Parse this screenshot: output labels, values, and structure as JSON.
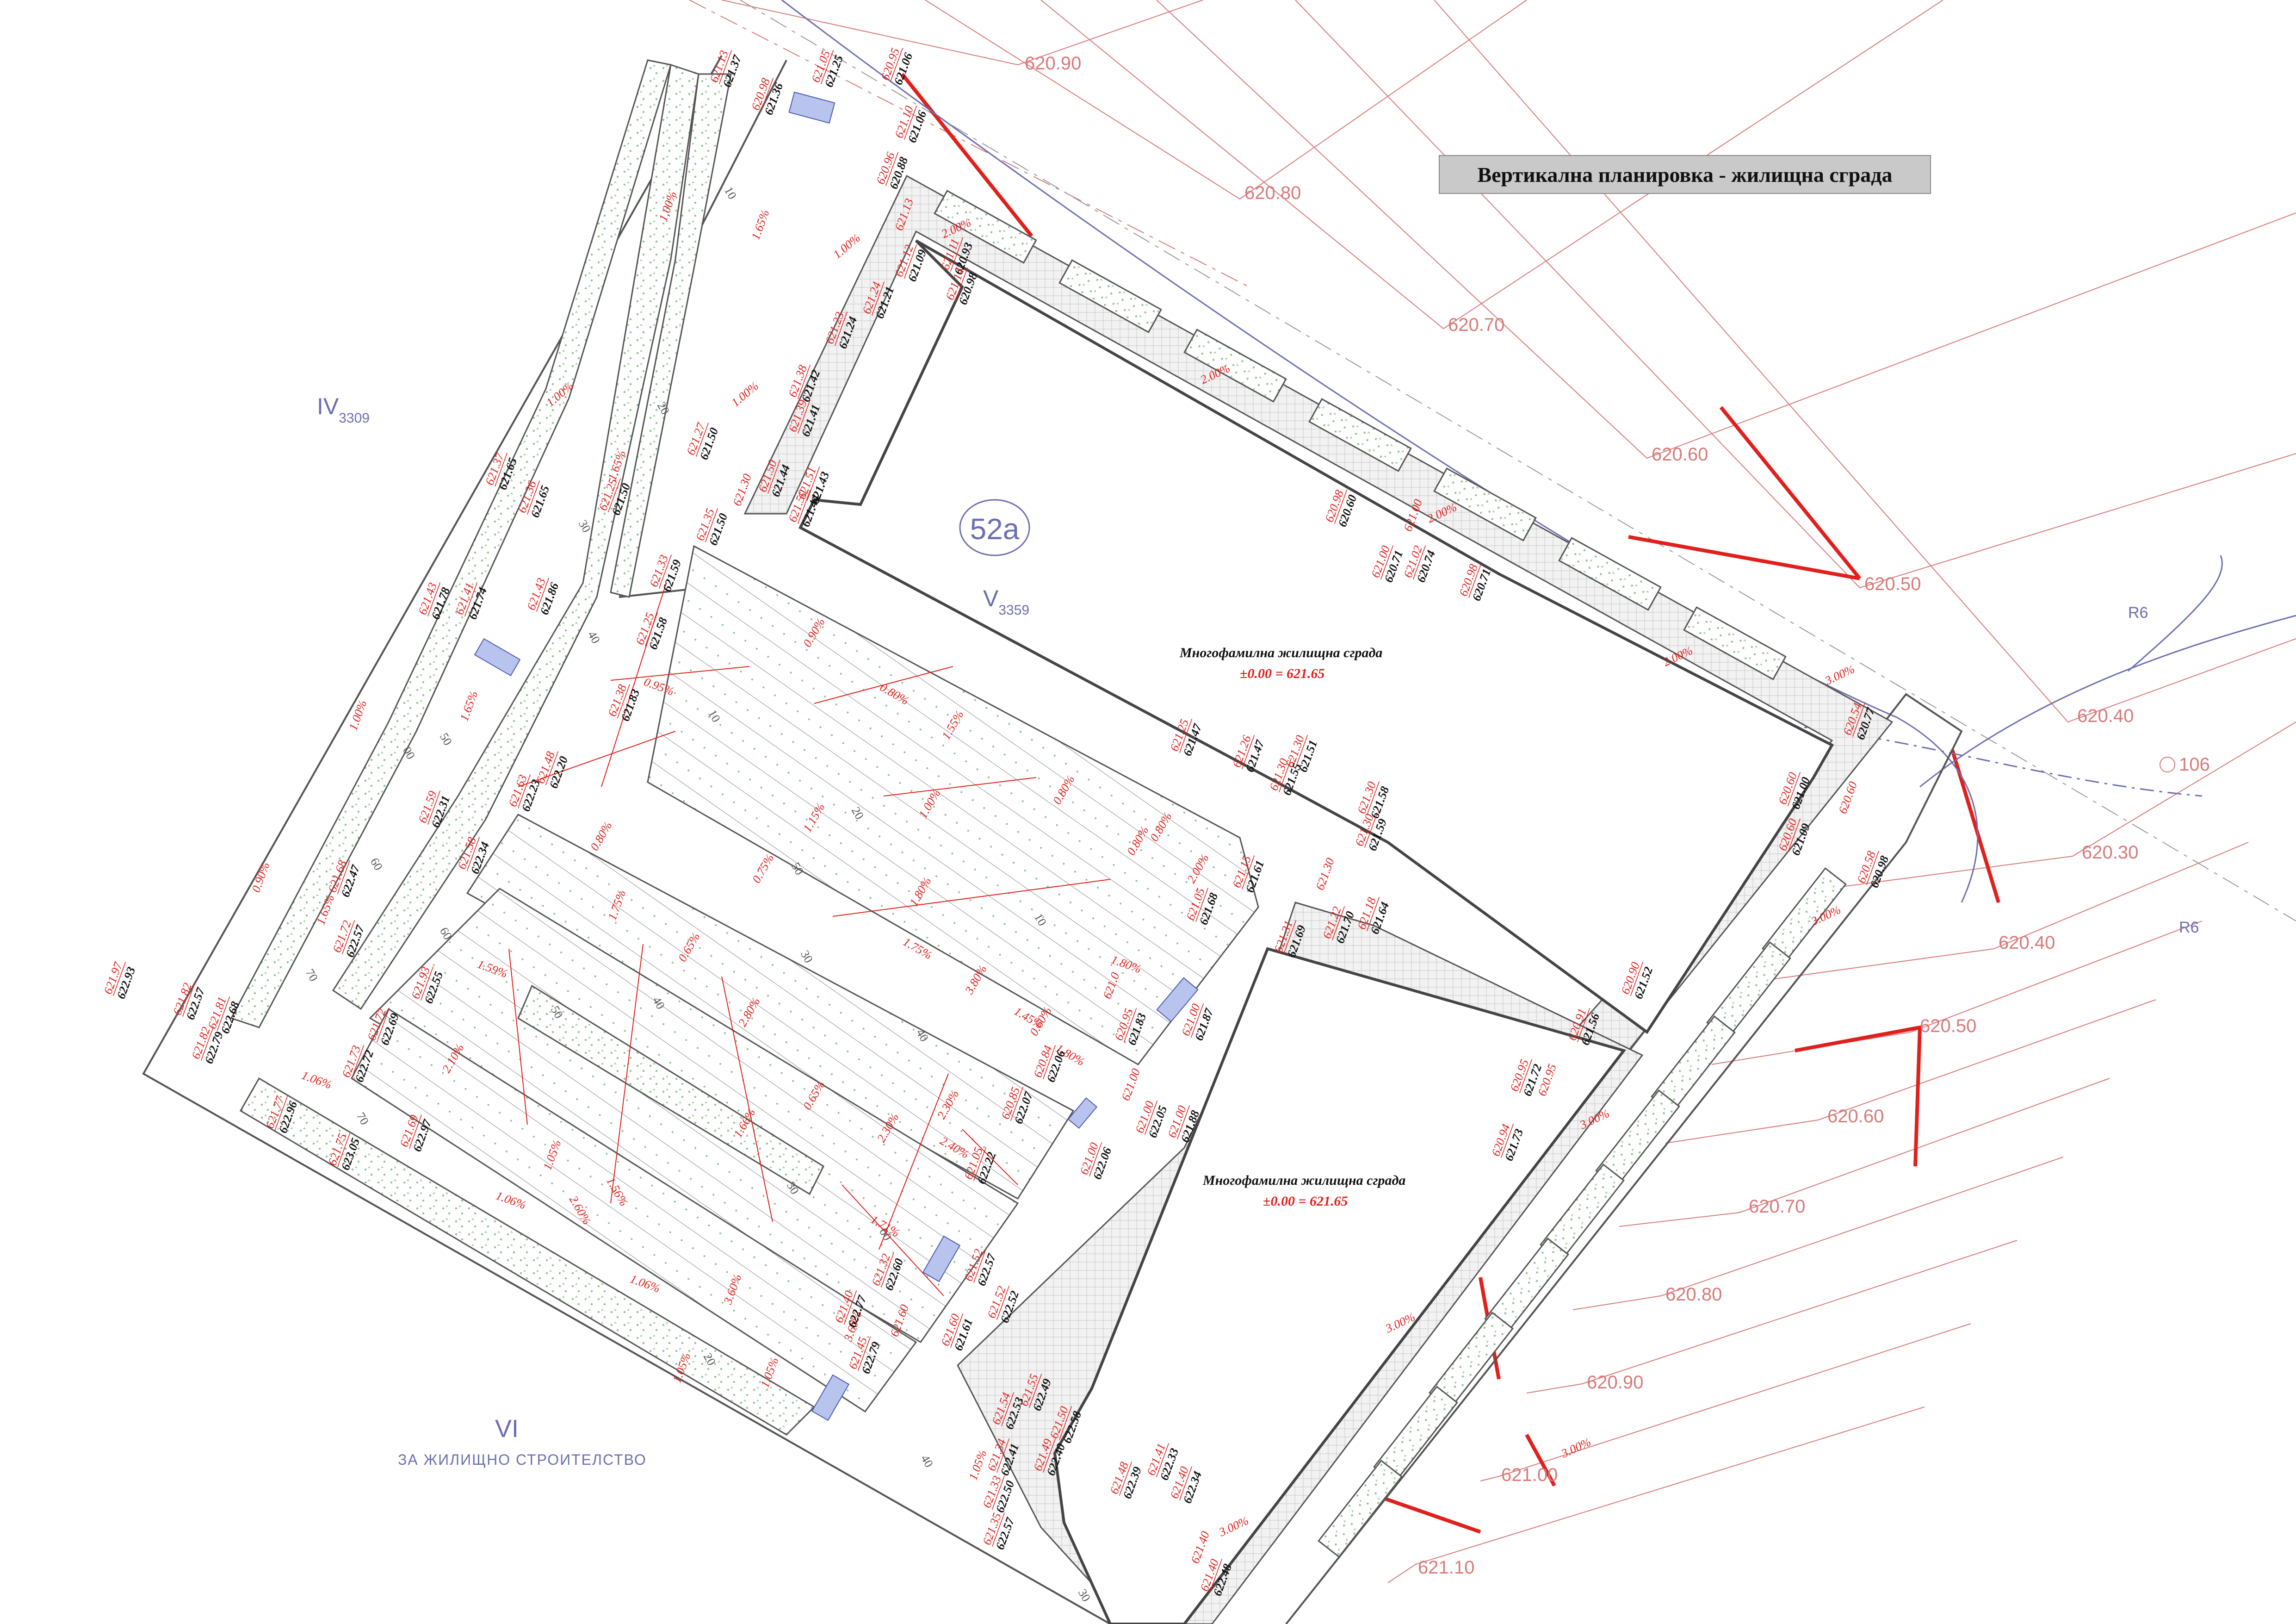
{
  "title": "Вертикална планировка - жилищна сграда",
  "colors": {
    "contour": "#d77a7a",
    "contour_bold": "#e0201c",
    "boundary_blue": "#6c6fb0",
    "outline": "#555555",
    "planting": "#8fbf8f",
    "parking_fill": "#e6ecef",
    "label_red": "#e0201c",
    "label_black": "#111111"
  },
  "parcels": [
    {
      "id": "p1",
      "label": "IV",
      "sub": "3309"
    },
    {
      "id": "p2",
      "label": "V",
      "sub": "3359"
    },
    {
      "id": "p3",
      "label": "VI",
      "sub": ""
    },
    {
      "id": "p4",
      "label": "52а",
      "sub": ""
    }
  ],
  "zone_text": "ЗА ЖИЛИЩНО СТРОИТЕЛСТВО",
  "buildings": [
    {
      "name": "Многофамилна жилищна сграда",
      "zero": "±0.00 = 621.65"
    },
    {
      "name": "Многофамилна жилищна сграда",
      "zero": "±0.00 = 621.65"
    }
  ],
  "contours": [
    "620.90",
    "620.80",
    "620.70",
    "620.60",
    "620.50",
    "620.40",
    "620.30",
    "620.40",
    "620.50",
    "620.60",
    "620.70",
    "620.80",
    "620.90",
    "621.00",
    "621.10"
  ],
  "road_labels": [
    "R6",
    "R6",
    "106"
  ],
  "chainage": [
    "10",
    "20",
    "30",
    "40",
    "50",
    "60",
    "70",
    "40",
    "30",
    "20",
    "10",
    "00",
    "50",
    "60",
    "70",
    "10",
    "20",
    "30",
    "40",
    "50",
    "00",
    "30",
    "40"
  ],
  "slopes": [
    "1.00%",
    "1.65%",
    "1.00%",
    "1.00%",
    "1.65%",
    "1.00%",
    "2.00%",
    "2.00%",
    "2.00%",
    "2.00%",
    "3.00%",
    "3.00%",
    "3.00%",
    "3.00%",
    "3.00%",
    "3.00%",
    "0.95%",
    "1.65%",
    "1.00%",
    "0.90%",
    "1.65%",
    "1.59%",
    "2.10%",
    "1.06%",
    "1.06%",
    "1.06%",
    "1.05%",
    "1.05%",
    "1.05%",
    "1.05%",
    "0.90%",
    "0.80%",
    "1.55%",
    "0.80%",
    "1.75%",
    "1.15%",
    "0.75%",
    "1.80%",
    "0.80%",
    "1.75%",
    "0.65%",
    "2.80%",
    "0.65%",
    "2.30%",
    "2.40%",
    "2.30%",
    "3.80%",
    "1.80%",
    "1.45%",
    "1.80%",
    "0.80%",
    "1.71%",
    "2.60%",
    "1.56%",
    "3.60%",
    "3.60%",
    "1.66%",
    "2.00%",
    "0.80%",
    "1.00%",
    "0.60%"
  ],
  "spot_levels": [
    {
      "r": "621.13",
      "b": "621.37"
    },
    {
      "r": "621.05",
      "b": "621.25"
    },
    {
      "r": "620.95",
      "b": "621.06"
    },
    {
      "r": "620.98",
      "b": "621.36"
    },
    {
      "r": "621.10",
      "b": "621.06"
    },
    {
      "r": "620.96",
      "b": "620.88"
    },
    {
      "r": "621.13",
      "b": ""
    },
    {
      "r": "621.12",
      "b": "621.09"
    },
    {
      "r": "621.11",
      "b": "620.93"
    },
    {
      "r": "621.14",
      "b": "620.98"
    },
    {
      "r": "621.24",
      "b": "621.21"
    },
    {
      "r": "621.23",
      "b": "621.24"
    },
    {
      "r": "621.38",
      "b": "621.42"
    },
    {
      "r": "621.39",
      "b": "621.41"
    },
    {
      "r": "621.50",
      "b": "621.44"
    },
    {
      "r": "621.51",
      "b": "621.43"
    },
    {
      "r": "621.50",
      "b": "621.44"
    },
    {
      "r": "621.30",
      "b": ""
    },
    {
      "r": "621.27",
      "b": "621.50"
    },
    {
      "r": "621.25",
      "b": "621.50"
    },
    {
      "r": "621.35",
      "b": "621.50"
    },
    {
      "r": "621.33",
      "b": "621.59"
    },
    {
      "r": "621.37",
      "b": "621.65"
    },
    {
      "r": "621.36",
      "b": "621.65"
    },
    {
      "r": "621.25",
      "b": "621.58"
    },
    {
      "r": "621.43",
      "b": "621.78"
    },
    {
      "r": "621.41",
      "b": "621.74"
    },
    {
      "r": "621.43",
      "b": "621.86"
    },
    {
      "r": "621.38",
      "b": "621.83"
    },
    {
      "r": "621.48",
      "b": "622.20"
    },
    {
      "r": "621.63",
      "b": "622.23"
    },
    {
      "r": "621.58",
      "b": "622.34"
    },
    {
      "r": "621.59",
      "b": "622.31"
    },
    {
      "r": "621.68",
      "b": "622.47"
    },
    {
      "r": "621.72",
      "b": "622.57"
    },
    {
      "r": "621.97",
      "b": "622.93"
    },
    {
      "r": "621.82",
      "b": "622.57"
    },
    {
      "r": "621.81",
      "b": "622.68"
    },
    {
      "r": "621.82",
      "b": "622.79"
    },
    {
      "r": "621.93",
      "b": "622.55"
    },
    {
      "r": "621.72",
      "b": "622.69"
    },
    {
      "r": "621.73",
      "b": "622.72"
    },
    {
      "r": "621.77",
      "b": "622.96"
    },
    {
      "r": "621.75",
      "b": "623.05"
    },
    {
      "r": "621.69",
      "b": "622.97"
    },
    {
      "r": "621.25",
      "b": "621.47"
    },
    {
      "r": "621.26",
      "b": "621.47"
    },
    {
      "r": "621.30",
      "b": "621.51"
    },
    {
      "r": "621.30",
      "b": "621.55"
    },
    {
      "r": "621.30",
      "b": "621.58"
    },
    {
      "r": "621.30",
      "b": "621.59"
    },
    {
      "r": "621.15",
      "b": "621.61"
    },
    {
      "r": "621.30",
      "b": ""
    },
    {
      "r": "621.05",
      "b": "621.68"
    },
    {
      "r": "621.31",
      "b": "621.69"
    },
    {
      "r": "621.22",
      "b": "621.70"
    },
    {
      "r": "621.18",
      "b": "621.64"
    },
    {
      "r": "621.0",
      "b": ""
    },
    {
      "r": "620.95",
      "b": "621.83"
    },
    {
      "r": "621.00",
      "b": "621.87"
    },
    {
      "r": "620.84",
      "b": "622.06"
    },
    {
      "r": "621.00",
      "b": ""
    },
    {
      "r": "620.85",
      "b": "622.07"
    },
    {
      "r": "621.00",
      "b": "622.05"
    },
    {
      "r": "621.00",
      "b": "621.88"
    },
    {
      "r": "621.00",
      "b": "622.06"
    },
    {
      "r": "621.05",
      "b": "622.22"
    },
    {
      "r": "621.52",
      "b": "622.57"
    },
    {
      "r": "621.52",
      "b": "622.52"
    },
    {
      "r": "621.32",
      "b": "622.60"
    },
    {
      "r": "621.40",
      "b": "622.77"
    },
    {
      "r": "621.60",
      "b": ""
    },
    {
      "r": "621.60",
      "b": "621.61"
    },
    {
      "r": "621.45",
      "b": "622.79"
    },
    {
      "r": "621.55",
      "b": "622.49"
    },
    {
      "r": "621.54",
      "b": "622.53"
    },
    {
      "r": "621.50",
      "b": "622.58"
    },
    {
      "r": "621.49",
      "b": "622.40"
    },
    {
      "r": "621.48",
      "b": "622.39"
    },
    {
      "r": "621.41",
      "b": "622.33"
    },
    {
      "r": "621.40",
      "b": "622.34"
    },
    {
      "r": "621.34",
      "b": "622.41"
    },
    {
      "r": "621.33",
      "b": "622.50"
    },
    {
      "r": "621.35",
      "b": "622.57"
    },
    {
      "r": "621.40",
      "b": ""
    },
    {
      "r": "621.40",
      "b": "622.48"
    },
    {
      "r": "620.98",
      "b": "620.60"
    },
    {
      "r": "621.00",
      "b": ""
    },
    {
      "r": "621.00",
      "b": "620.71"
    },
    {
      "r": "621.02",
      "b": "620.74"
    },
    {
      "r": "620.98",
      "b": "620.71"
    },
    {
      "r": "620.54",
      "b": "620.77"
    },
    {
      "r": "620.60",
      "b": "621.00"
    },
    {
      "r": "620.60",
      "b": ""
    },
    {
      "r": "620.60",
      "b": "621.09"
    },
    {
      "r": "620.58",
      "b": "620.98"
    },
    {
      "r": "620.90",
      "b": "621.52"
    },
    {
      "r": "620.91",
      "b": "621.56"
    },
    {
      "r": "620.95",
      "b": "621.72"
    },
    {
      "r": "620.95",
      "b": ""
    },
    {
      "r": "620.94",
      "b": "621.73"
    }
  ]
}
